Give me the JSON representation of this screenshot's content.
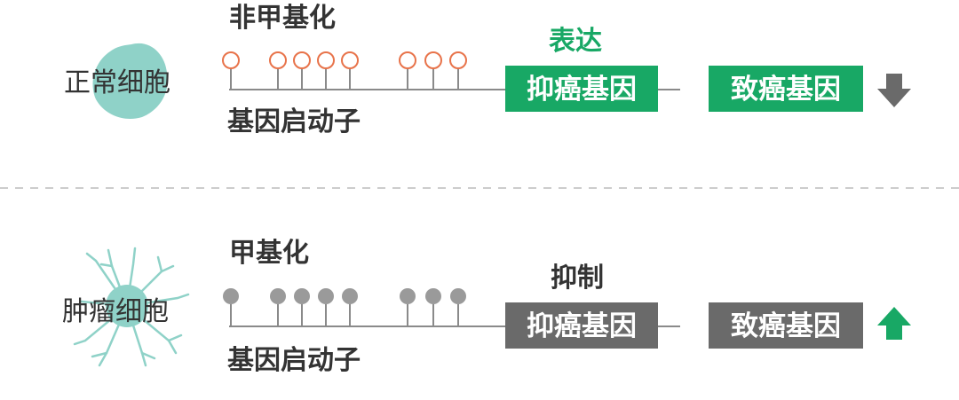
{
  "colors": {
    "green": "#18a865",
    "gray": "#6a6a6a",
    "orange": "#e8734a",
    "teal": "#8fd2c8",
    "text": "#333333"
  },
  "normal": {
    "cell_label": "正常细胞",
    "methylation_label": "非甲基化",
    "promoter_label": "基因启动子",
    "state_label": "表达",
    "suppressor_label": "抑癌基因",
    "oncogene_label": "致癌基因",
    "oncogene_trend": "down"
  },
  "tumor": {
    "cell_label": "肿瘤细胞",
    "methylation_label": "甲基化",
    "promoter_label": "基因启动子",
    "state_label": "抑制",
    "suppressor_label": "抑癌基因",
    "oncogene_label": "致癌基因",
    "oncogene_trend": "up"
  }
}
